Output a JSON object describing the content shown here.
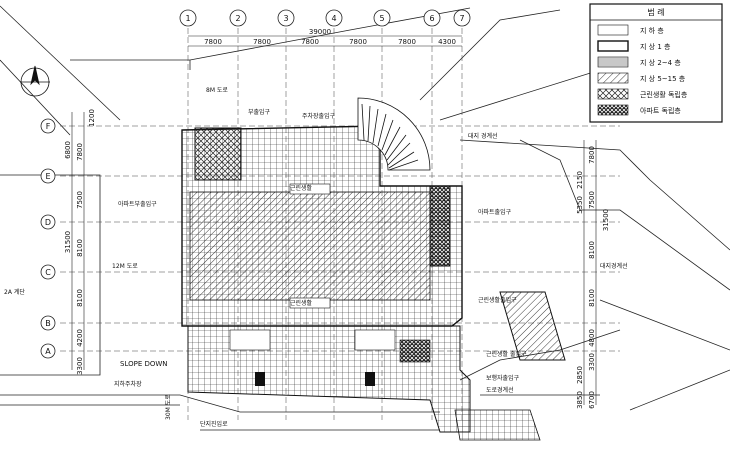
{
  "grid_columns": [
    "1",
    "2",
    "3",
    "4",
    "5",
    "6",
    "7"
  ],
  "grid_rows": [
    "F",
    "E",
    "D",
    "C",
    "B",
    "A"
  ],
  "dimensions_top": {
    "total": "39000",
    "spans": [
      "7800",
      "7800",
      "7800",
      "7800",
      "7800",
      "4300"
    ]
  },
  "dimensions_left": {
    "total": "31500",
    "spans": [
      "7800",
      "7500",
      "8100",
      "8100",
      "4200",
      "3300"
    ],
    "extra": [
      "6800",
      "1200"
    ]
  },
  "dimensions_right": {
    "total": "31500",
    "spans": [
      "7800",
      "7500",
      "8100",
      "8100",
      "4800",
      "3300"
    ],
    "extra": [
      "5350",
      "2150",
      "3850",
      "6700",
      "2850"
    ]
  },
  "legend": {
    "title": "범 례",
    "items": [
      {
        "label": "지 하 층",
        "pattern": "empty"
      },
      {
        "label": "지 상 1 층",
        "pattern": "solid-border"
      },
      {
        "label": "지 상 2~4 층",
        "pattern": "double-line"
      },
      {
        "label": "지 상 5~15 층",
        "pattern": "diagonal"
      },
      {
        "label": "근린생활 독립층",
        "pattern": "crosshatch"
      },
      {
        "label": "아파트 독립층",
        "pattern": "dense-crosshatch"
      }
    ]
  },
  "labels": {
    "road_8m": "8M 도로",
    "road_12m": "12M 도로",
    "road_30m": "30M 도로",
    "slope_down": "SLOPE DOWN",
    "entrance_top_left": "부출입구",
    "entrance_top_center": "주차장출입구",
    "apt_entrance_left": "아파트부출입구",
    "apt_entrance_right": "아파트출입구",
    "shop_entrance": "근린생활출입구",
    "parking_exit": "대지 경계선",
    "side_note": "근린생활 출입구",
    "bottom_note": "보행자출입구",
    "road_edge_label": "도로경계선",
    "left_small": "2A 계단",
    "lower_label": "지하주차장",
    "bottom_label": "단지진입로",
    "top_center_small": "근린생활",
    "bottom_center_small": "근린생활",
    "far_right_label": "대지경계선"
  },
  "colors": {
    "ink": "#111111",
    "paper": "#ffffff"
  }
}
